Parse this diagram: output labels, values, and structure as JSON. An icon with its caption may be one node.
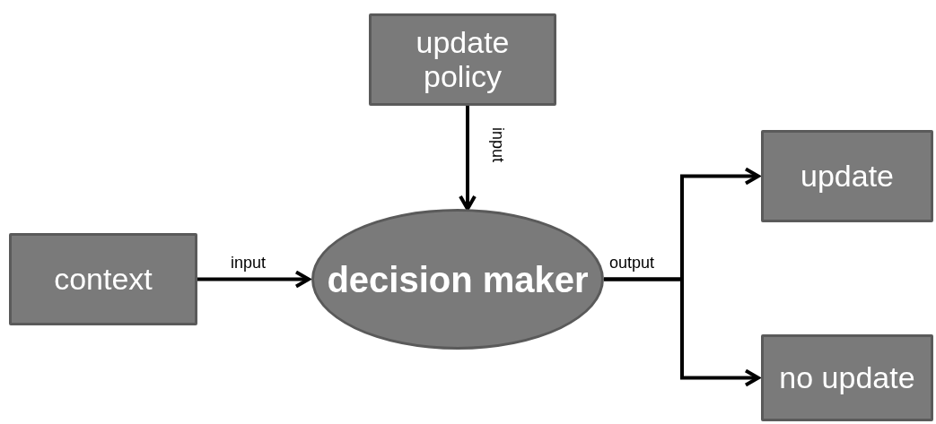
{
  "diagram": {
    "nodes": [
      {
        "text": [
          "update policy"
        ]
      },
      {
        "text": [
          "context"
        ]
      },
      {
        "text": [
          "decision maker"
        ]
      },
      {
        "text": [
          "update"
        ]
      },
      {
        "text": [
          "no update"
        ]
      }
    ],
    "edges": [
      {
        "from": 0,
        "to": 2,
        "arrow": "to",
        "label": "input"
      },
      {
        "from": 1,
        "to": 2,
        "arrow": "to",
        "label": "input"
      },
      {
        "from": 2,
        "to": 3,
        "arrow": "to",
        "label": "output"
      },
      {
        "from": 2,
        "to": 4,
        "arrow": "to"
      }
    ]
  }
}
